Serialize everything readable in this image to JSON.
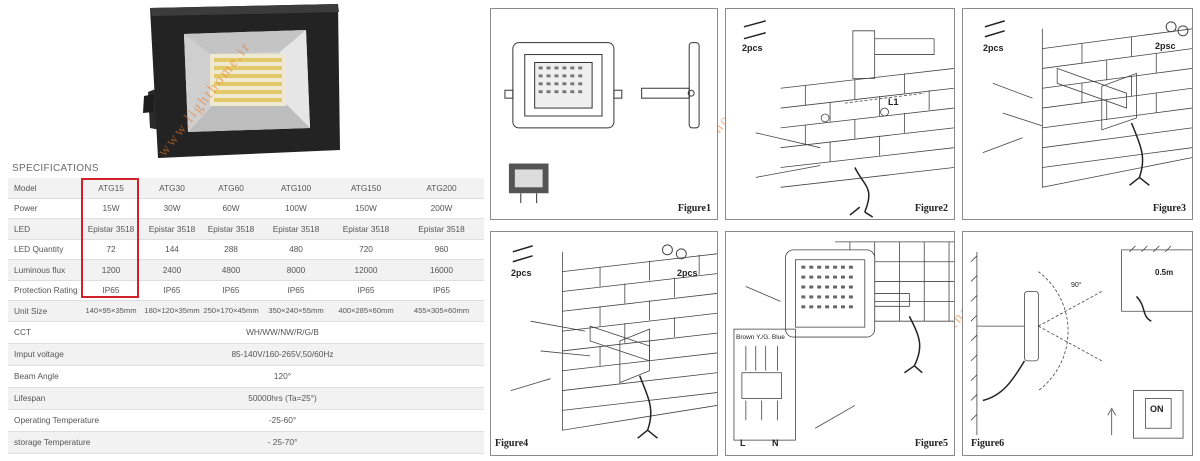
{
  "watermark": "www.lighthome.ir",
  "spec_title": "SPECIFICATIONS",
  "spec_rows": [
    {
      "label": "Model",
      "cells": [
        "ATG15",
        "ATG30",
        "ATG60",
        "ATG100",
        "ATG150",
        "ATG200"
      ]
    },
    {
      "label": "Power",
      "cells": [
        "15W",
        "30W",
        "60W",
        "100W",
        "150W",
        "200W"
      ]
    },
    {
      "label": "LED",
      "cells": [
        "Epistar 3518",
        "Epistar 3518",
        "Epistar 3518",
        "Epistar 3518",
        "Epistar 3518",
        "Epistar 3518"
      ]
    },
    {
      "label": "LED Quantity",
      "cells": [
        "72",
        "144",
        "288",
        "480",
        "720",
        "960"
      ]
    },
    {
      "label": "Luminous flux",
      "cells": [
        "1200",
        "2400",
        "4800",
        "8000",
        "12000",
        "16000"
      ]
    },
    {
      "label": "Protection Rating",
      "cells": [
        "IP65",
        "IP65",
        "IP65",
        "IP65",
        "IP65",
        "IP65"
      ]
    },
    {
      "label": "Unit Size",
      "cells": [
        "140×95×35mm",
        "180×120×35mm",
        "250×170×45mm",
        "350×240×55mm",
        "400×285×60mm",
        "455×305×60mm"
      ]
    }
  ],
  "spec_common": [
    {
      "label": "CCT",
      "value": "WH/WW/NW/R/G/B"
    },
    {
      "label": "Imput voltage",
      "value": "85-140V/160-265V,50/60Hz"
    },
    {
      "label": "Beam Angle",
      "value": "120°"
    },
    {
      "label": "Lifespan",
      "value": "50000hrs (Ta=25°)"
    },
    {
      "label": "Operating Temperature",
      "value": "-25-60°"
    },
    {
      "label": "storage Temperature",
      "value": "- 25-70°"
    }
  ],
  "figures": {
    "fig1": "Figure1",
    "fig2": "Figure2",
    "fig3": "Figure3",
    "fig4": "Figure4",
    "fig5": "Figure5",
    "fig6": "Figure6"
  },
  "figure_labels": {
    "fig2_pcs": "2pcs",
    "fig2_l1": "L1",
    "fig3_pcs_left": "2pcs",
    "fig3_pcs_right": "2psc",
    "fig4_pcs_left": "2pcs",
    "fig4_pcs_right": "2pcs",
    "fig5_wires": "Brown Y./G. Blue",
    "fig5_l": "L",
    "fig5_n": "N",
    "fig6_height": "0.5m",
    "fig6_angle": "90°",
    "fig6_switch": "ON"
  },
  "colors": {
    "highlight": "#d0202a",
    "watermark": "#e87828"
  }
}
